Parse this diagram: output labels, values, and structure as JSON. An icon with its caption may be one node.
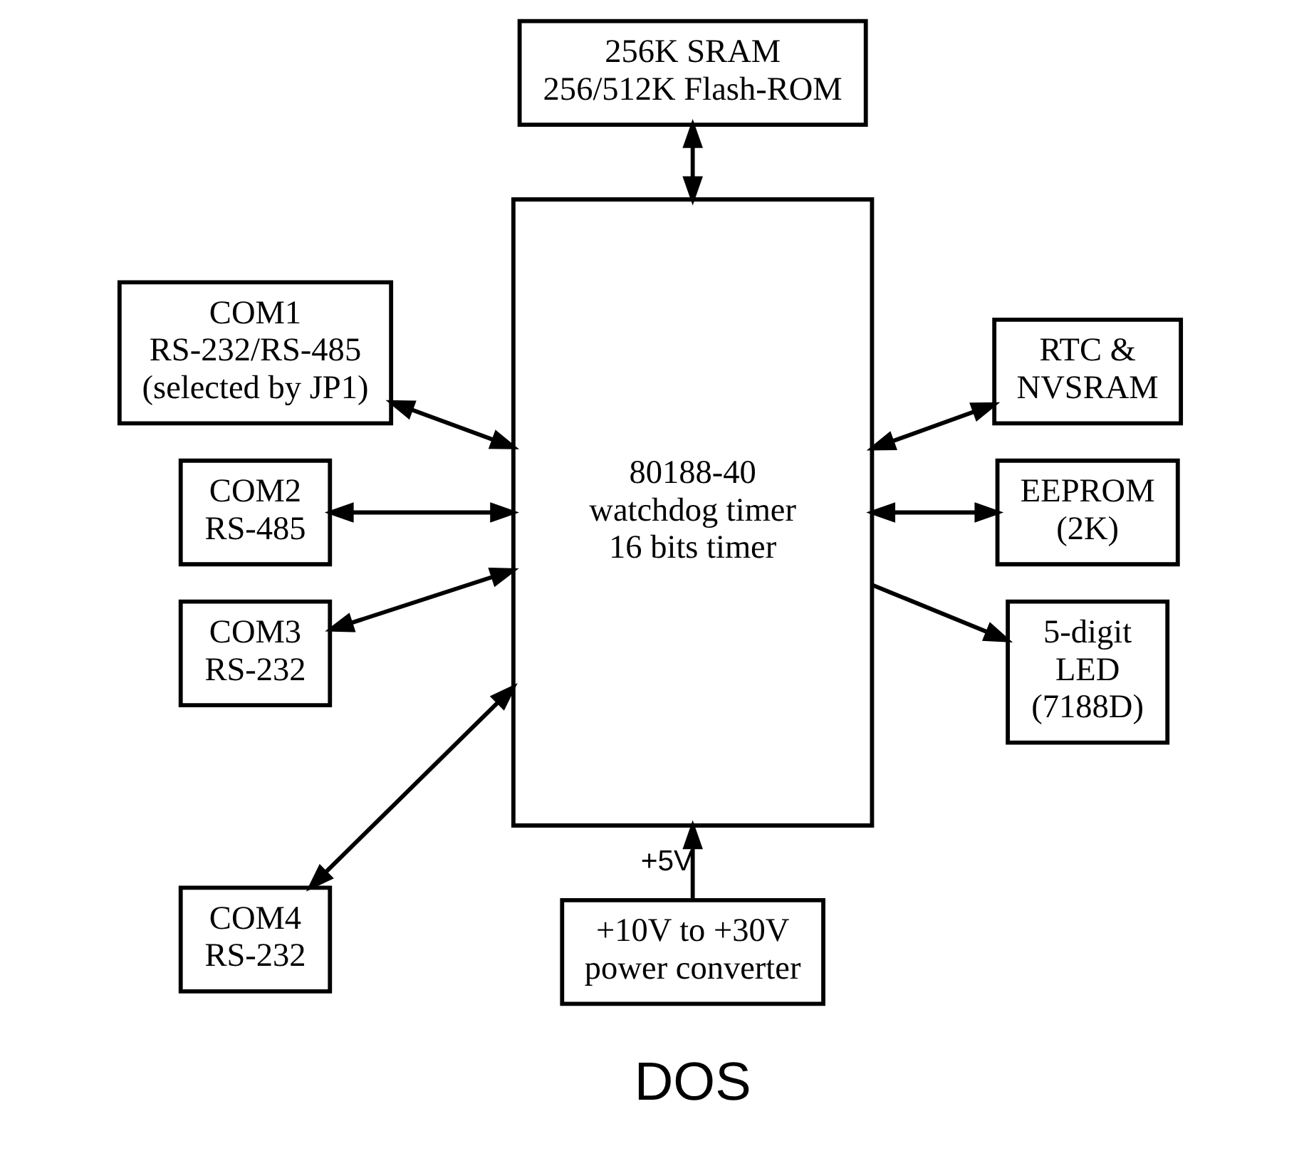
{
  "diagram": {
    "nodes": [
      {
        "text": [
          "256K SRAM",
          "256/512K Flash-ROM"
        ]
      },
      {
        "text": [
          "COM1",
          "RS-232/RS-485",
          "(selected by JP1)"
        ]
      },
      {
        "text": [
          "80188-40",
          "watchdog timer",
          "16 bits timer"
        ]
      },
      {
        "text": [
          "RTC &",
          "NVSRAM"
        ]
      },
      {
        "text": [
          "COM2",
          "RS-485"
        ]
      },
      {
        "text": [
          "EEPROM",
          "(2K)"
        ]
      },
      {
        "text": [
          "COM3",
          "RS-232"
        ]
      },
      {
        "text": [
          "5-digit",
          "LED",
          "(7188D)"
        ]
      },
      {
        "text": [
          "COM4",
          "RS-232"
        ]
      },
      {
        "text": [
          "+10V to +30V",
          "power converter"
        ]
      }
    ],
    "edges": [
      {
        "from": 0,
        "to": 2,
        "arrow": "both"
      },
      {
        "from": 1,
        "to": 2,
        "arrow": "both"
      },
      {
        "from": 2,
        "to": 3,
        "arrow": "both"
      },
      {
        "from": 4,
        "to": 2,
        "arrow": "both"
      },
      {
        "from": 2,
        "to": 5,
        "arrow": "both"
      },
      {
        "from": 6,
        "to": 2,
        "arrow": "both"
      },
      {
        "from": 2,
        "to": 7,
        "arrow": "to"
      },
      {
        "from": 8,
        "to": 2,
        "arrow": "both"
      },
      {
        "from": 9,
        "to": 2,
        "arrow": "to",
        "label": "+5V"
      }
    ],
    "labels": [
      "DOS"
    ]
  }
}
